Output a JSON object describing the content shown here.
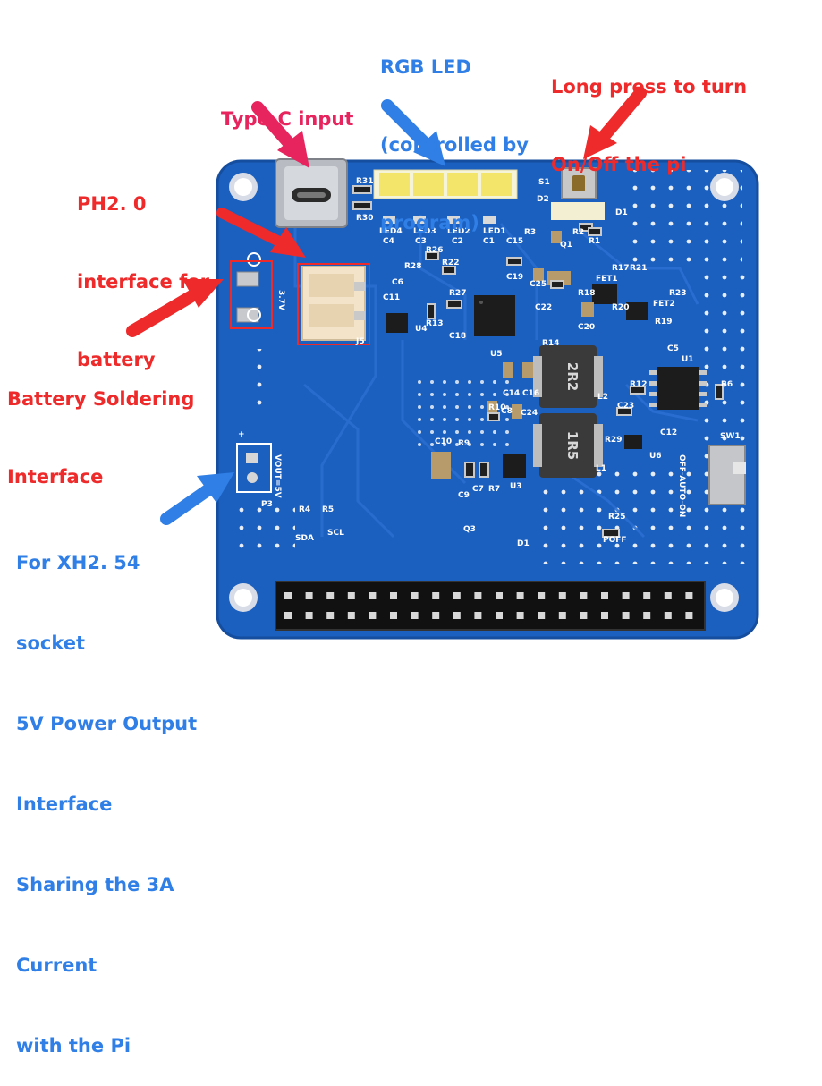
{
  "annotations": {
    "typec": {
      "text": "Type-C input",
      "color": "#e8245f"
    },
    "rgb": {
      "lines": [
        "RGB LED",
        "(controlled by",
        "program)"
      ],
      "color": "#2f7fe6"
    },
    "power": {
      "lines": [
        "Long press to turn",
        "On/Off the pi"
      ],
      "color": "#ee2a2a"
    },
    "ph": {
      "lines": [
        "PH2. 0",
        "interface for",
        "battery"
      ],
      "color": "#ee2a2a"
    },
    "battery": {
      "lines": [
        "Battery Soldering",
        "Interface"
      ],
      "color": "#ee2a2a"
    },
    "xh": {
      "lines": [
        "For XH2. 54",
        "socket",
        "5V Power Output",
        "Interface",
        "Sharing the 3A",
        "Current",
        "with the Pi"
      ],
      "color": "#2f7fe6"
    }
  },
  "board": {
    "color": "#1b5fbf",
    "silk": {
      "r31": "R31",
      "r30": "R30",
      "s1": "S1",
      "d2": "D2",
      "d1": "D1",
      "led4": "LED4",
      "led3": "LED3",
      "led2": "LED2",
      "led1": "LED1",
      "c4": "C4",
      "c3": "C3",
      "c2": "C2",
      "c1": "C1",
      "r26": "R26",
      "r28": "R28",
      "r22": "R22",
      "r27": "R27",
      "r13": "R13",
      "c6": "C6",
      "c11": "C11",
      "c15": "C15",
      "c19": "C19",
      "c25": "C25",
      "u4": "U4",
      "u5": "U5",
      "u1": "U1",
      "u3": "U3",
      "u6": "U6",
      "j5": "J5",
      "c18": "C18",
      "c14": "C14",
      "c16": "C16",
      "c10": "C10",
      "c9": "C9",
      "c7": "C7",
      "r7": "R7",
      "r9": "R9",
      "r10": "R10",
      "c8": "C8",
      "c24": "C24",
      "c22": "C22",
      "c20": "C20",
      "r18": "R18",
      "r17": "R17",
      "r21": "R21",
      "fet1": "FET1",
      "fet2": "FET2",
      "r23": "R23",
      "r19": "R19",
      "r20": "R20",
      "c5": "C5",
      "r12": "R12",
      "c23": "C23",
      "c12": "C12",
      "r6": "R6",
      "r29": "R29",
      "sw1": "SW1",
      "r25": "R25",
      "poff": "POFF",
      "d1b": "D1",
      "q3": "Q3",
      "r4": "R4",
      "r5": "R5",
      "sda": "SDA",
      "scl": "SCL",
      "p3": "P3",
      "vout": "VOUT=5V",
      "v37": "3.7V",
      "r2": "R2",
      "r1": "R1",
      "r3": "R3",
      "q1": "Q1",
      "r14": "R14",
      "l1": "L1",
      "l2": "L2",
      "switch_text": "OFF-AUTO-ON",
      "plus": "+"
    },
    "inductor_top": "2R2",
    "inductor_bottom": "1R5"
  }
}
